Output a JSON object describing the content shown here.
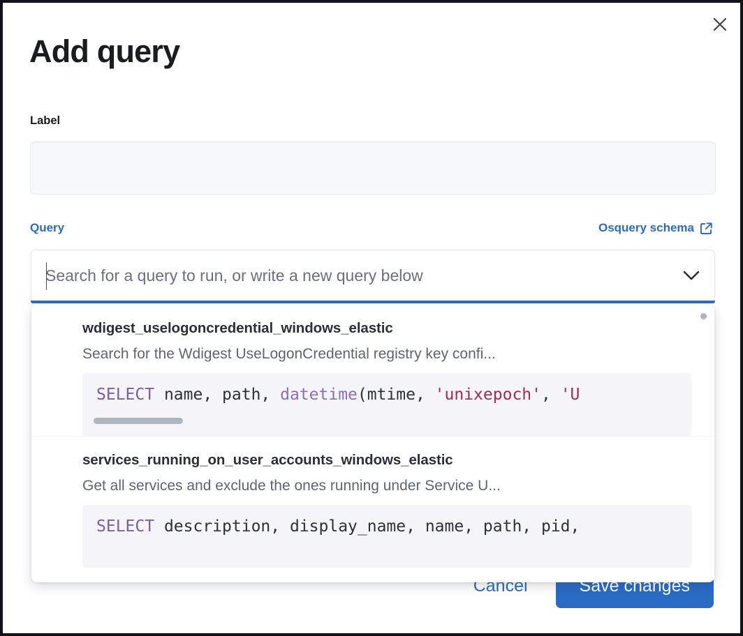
{
  "modal": {
    "title": "Add query",
    "close_icon": "close-icon"
  },
  "label_field": {
    "label": "Label",
    "value": "",
    "placeholder": ""
  },
  "query_field": {
    "label": "Query",
    "schema_link": "Osquery schema",
    "schema_link_icon": "external-link-icon",
    "combo_placeholder": "Search for a query to run, or write a new query below",
    "combo_value": "",
    "chevron_icon": "chevron-down-icon"
  },
  "dropdown": {
    "options": [
      {
        "title": "wdigest_uselogoncredential_windows_elastic",
        "description": "Search for the Wdigest UseLogonCredential registry key confi...",
        "code_tokens": [
          {
            "text": "SELECT",
            "type": "keyword"
          },
          {
            "text": " name, path, ",
            "type": "plain"
          },
          {
            "text": "datetime",
            "type": "function"
          },
          {
            "text": "(mtime, ",
            "type": "plain"
          },
          {
            "text": "'unixepoch'",
            "type": "string"
          },
          {
            "text": ", ",
            "type": "plain"
          },
          {
            "text": "'U",
            "type": "string"
          }
        ],
        "has_hscrollbar": true
      },
      {
        "title": "services_running_on_user_accounts_windows_elastic",
        "description": "Get all services and exclude the ones running under Service U...",
        "code_tokens": [
          {
            "text": "SELECT",
            "type": "keyword"
          },
          {
            "text": " description, display_name, name, path, pid,",
            "type": "plain"
          }
        ],
        "has_hscrollbar": false
      }
    ]
  },
  "footer": {
    "cancel_label": "Cancel",
    "save_label": "Save changes"
  },
  "colors": {
    "accent": "#2a6cc4",
    "title": "#1a1c21",
    "code_bg": "#f4f4f9",
    "keyword": "#7b5ea8",
    "string": "#a32d4e",
    "input_bg": "#f7f8fc"
  }
}
